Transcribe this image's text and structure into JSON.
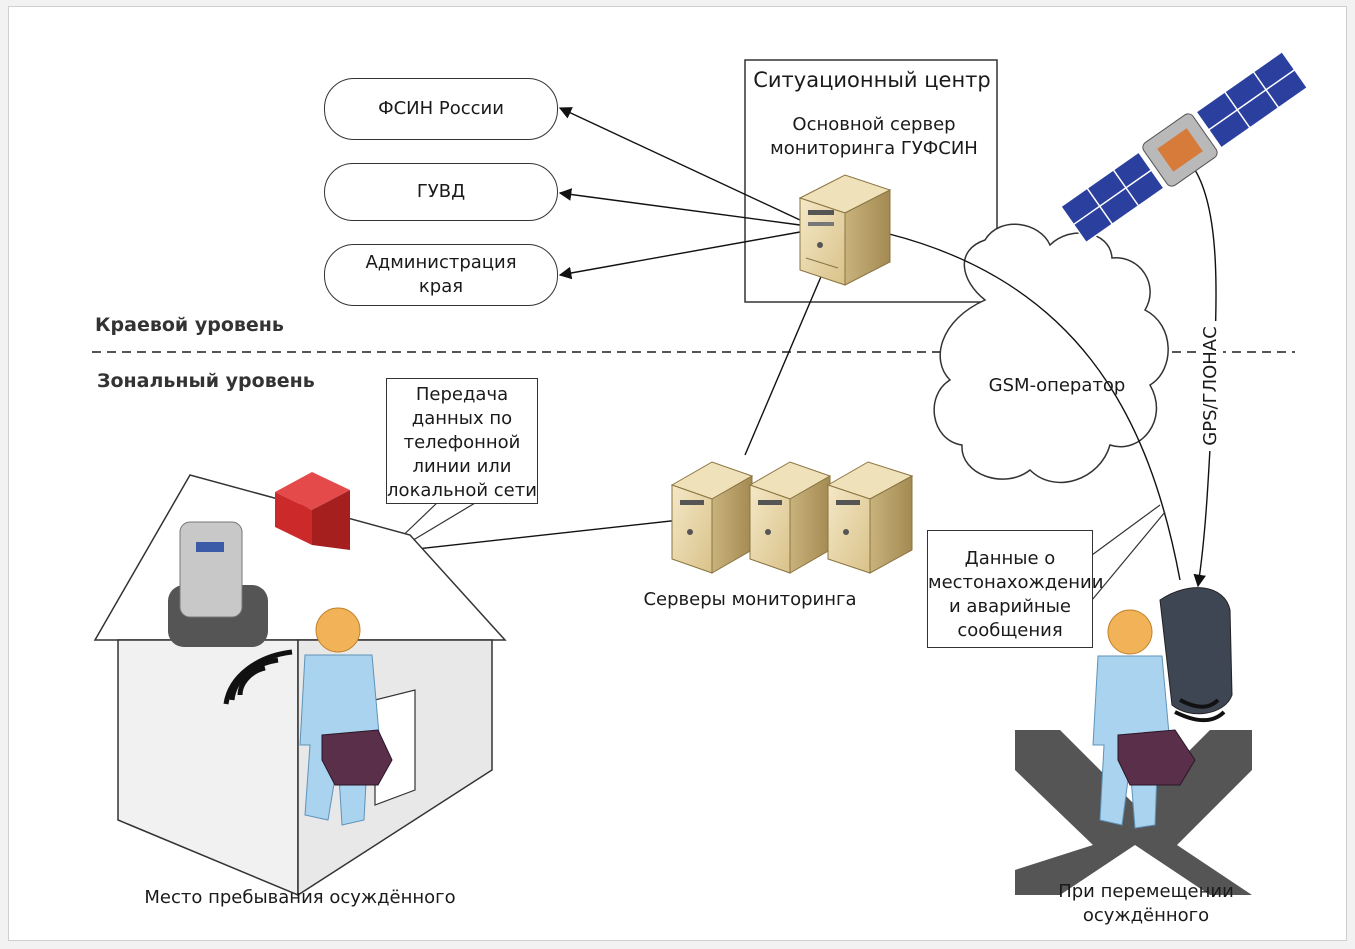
{
  "situation_center": {
    "title": "Ситуационный центр",
    "server_label": "Основной сервер мониторинга ГУФСИН"
  },
  "recipients": [
    {
      "label": "ФСИН России"
    },
    {
      "label": "ГУВД"
    },
    {
      "label": "Администрация края"
    }
  ],
  "levels": {
    "regional": "Краевой уровень",
    "zonal": "Зональный уровень"
  },
  "gsm_label": "GSM-оператор",
  "gps_label": "GPS/ГЛОНАС",
  "callout_phone": "Передача данных по телефонной линии или локальной сети",
  "callout_location": "Данные о местонахождении и аварийные сообщения",
  "servers_label": "Серверы мониторинга",
  "home_label": "Место пребывания осуждённого",
  "moving_label": "При перемещении осуждённого",
  "colors": {
    "server_body": "#e8d6a8",
    "roof_red": "#cc2a2a",
    "person_blue": "#a9d3ee",
    "head_orange": "#f2b257",
    "bracelet": "#5a2f4a",
    "solar_panel": "#2a3f9e"
  }
}
